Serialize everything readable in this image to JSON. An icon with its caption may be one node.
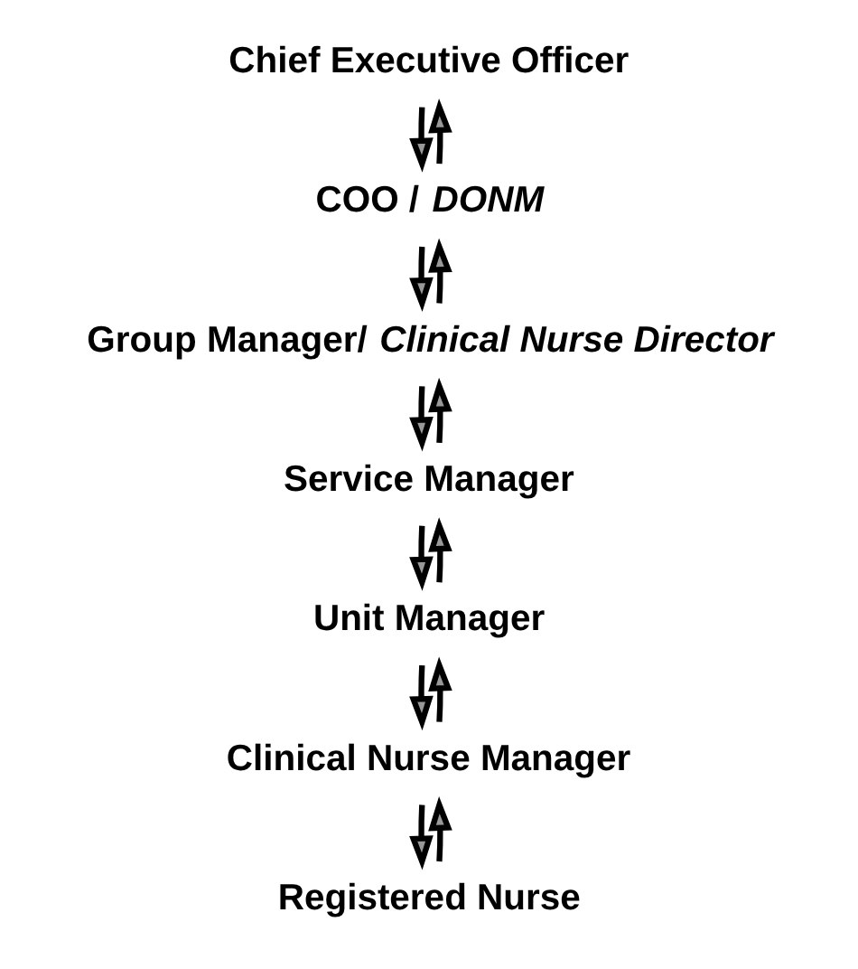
{
  "diagram": {
    "nodes": [
      {
        "text": [
          "Chief Executive Officer"
        ]
      },
      {
        "text": [
          "COO / *DONM*"
        ]
      },
      {
        "text": [
          "Group Manager/ *Clinical Nurse Director*"
        ]
      },
      {
        "text": [
          "Service Manager"
        ]
      },
      {
        "text": [
          "Unit Manager"
        ]
      },
      {
        "text": [
          "Clinical Nurse Manager"
        ]
      },
      {
        "text": [
          "Registered Nurse"
        ]
      }
    ],
    "edges": [
      {
        "from": 1,
        "to": 0,
        "arrow": "to"
      },
      {
        "from": 0,
        "to": 1,
        "arrow": "to"
      },
      {
        "from": 2,
        "to": 1,
        "arrow": "to"
      },
      {
        "from": 1,
        "to": 2,
        "arrow": "to"
      },
      {
        "from": 3,
        "to": 2,
        "arrow": "to"
      },
      {
        "from": 2,
        "to": 3,
        "arrow": "to"
      },
      {
        "from": 4,
        "to": 3,
        "arrow": "to"
      },
      {
        "from": 3,
        "to": 4,
        "arrow": "to"
      },
      {
        "from": 5,
        "to": 4,
        "arrow": "to"
      },
      {
        "from": 4,
        "to": 5,
        "arrow": "to"
      },
      {
        "from": 6,
        "to": 5,
        "arrow": "to"
      },
      {
        "from": 5,
        "to": 6,
        "arrow": "to"
      }
    ]
  }
}
